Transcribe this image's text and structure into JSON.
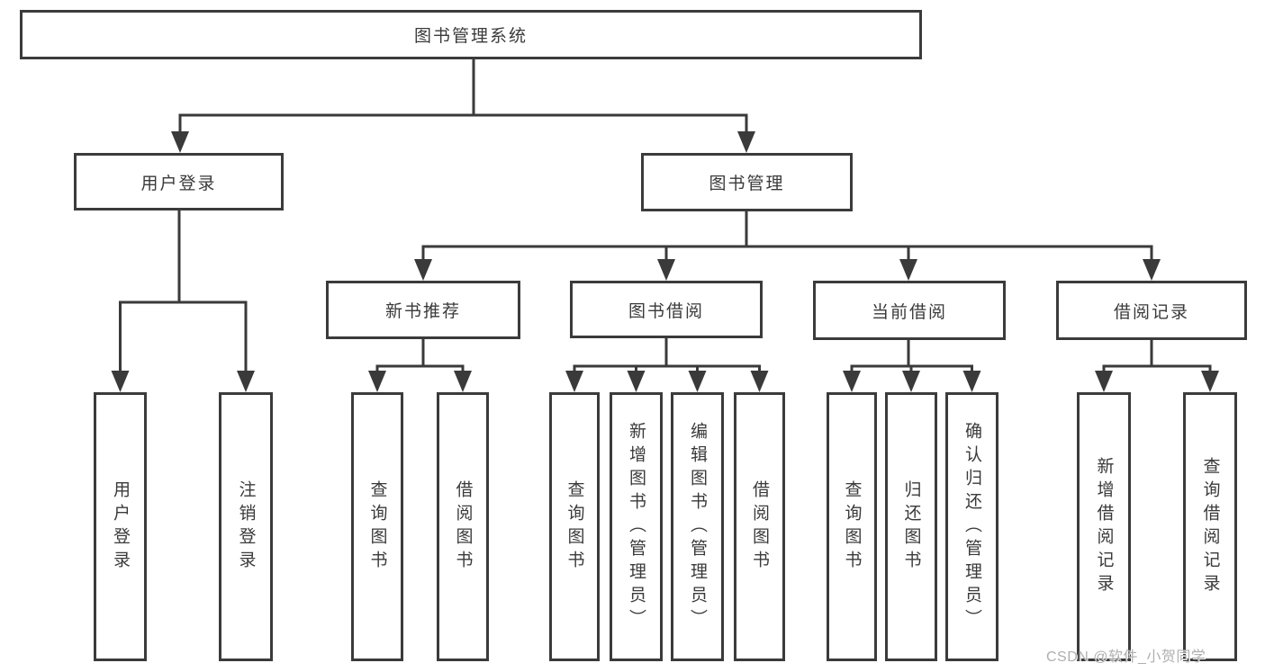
{
  "watermark": "CSDN @软件_小贺同学",
  "colors": {
    "line": "#3a3a3a",
    "box_border": "#3b3b3b",
    "text": "#3a3a3a",
    "background": "#ffffff",
    "watermark": "#a8a8a8"
  },
  "diagram": {
    "type": "tree",
    "root": {
      "label": "图书管理系统",
      "children": [
        {
          "label": "用户登录",
          "children": [
            {
              "label": "用户登录"
            },
            {
              "label": "注销登录"
            }
          ]
        },
        {
          "label": "图书管理",
          "children": [
            {
              "label": "新书推荐",
              "children": [
                {
                  "label": "查询图书"
                },
                {
                  "label": "借阅图书"
                }
              ]
            },
            {
              "label": "图书借阅",
              "children": [
                {
                  "label": "查询图书"
                },
                {
                  "label": "新增图书（管理员）"
                },
                {
                  "label": "编辑图书（管理员）"
                },
                {
                  "label": "借阅图书"
                }
              ]
            },
            {
              "label": "当前借阅",
              "children": [
                {
                  "label": "查询图书"
                },
                {
                  "label": "归还图书"
                },
                {
                  "label": "确认归还（管理员）"
                }
              ]
            },
            {
              "label": "借阅记录",
              "children": [
                {
                  "label": "新增借阅记录"
                },
                {
                  "label": "查询借阅记录"
                }
              ]
            }
          ]
        }
      ]
    }
  }
}
